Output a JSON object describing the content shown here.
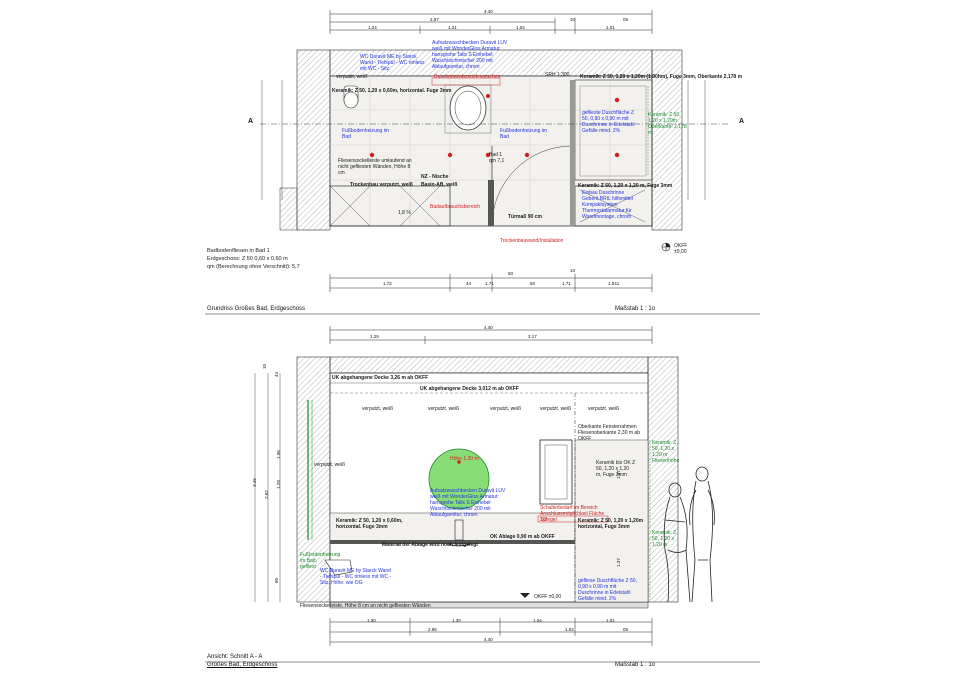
{
  "plan": {
    "top_dims": [
      "4.40",
      "2.97",
      "1.24",
      "1.21",
      "1.02",
      "1.01",
      "10",
      "05",
      "01"
    ],
    "section_marks": [
      "A",
      "A"
    ],
    "north_label": "OKFF\n±0,00",
    "area_note": [
      "Badbodenfliesen in Bad 1",
      "Erdgeschoss: Z 50 0,60 x 0,60 m",
      "qm (Berechnung ohne Verschnitt): 5,7"
    ],
    "caption": "Grundriss Großes Bad, Erdgeschoss",
    "scale": "Maßstab 1 : 1o",
    "bottom_dims": [
      "1.72",
      "44",
      "1.71",
      "50",
      "1.71",
      "1.041",
      "50",
      "10"
    ],
    "labels": {
      "wc": "WC Duravit ME by Starck Wand - Tiefspül - WC rimless mit WC - Sitz",
      "basin": "Aufsatzwaschbecken Duravit LUV weiß mit WonderGliss Armatur: hansgrohe Talis S Einhebel Waschtischmischer 200 mit Ablaufgarnitur, chrom",
      "red_note": "Duschrinnenbereich vorsehen",
      "wall1": "verputzt, weiß",
      "tile1": "Keramik: Z 50, 1,20 x 0,60m, horizontal. Fuge 3mm",
      "tile2": "Keramik: Z 50, 1,20 x 1,20m (1,90hm), Fuge 3mm, Oberkante 2,178 m",
      "floorheat1": "Fußbodenheizung im Bad",
      "floorheat2": "Fußbodenheizung im Bad",
      "shower": "geflieste Duschfläche Z 50, 0,90 x 0,90 m mit Duschrinne in Edelstahl Gefälle mind. 2%",
      "shower2": "Einbau Duschrinne Geberit BRIL hilfsmittel Kompaktsystem Thermostatarmatur für Wandmontage, chrom",
      "green1": "Keramik: Z 50, 1,20 x 1,20m Oberkante: 2,178 m",
      "bath": "Bad 1\nqm 7,1",
      "niche": "NZ - Nische",
      "basin_ab": "Basin-AB, weiß",
      "wall_dry": "Trockenbau verputzt, weiß",
      "door": "Türmaß 90 cm",
      "tile_bottom": "Keramik: Z 50, 1,20 x 1,20 m, Fuge 3mm",
      "skirt": "Fliesensockelleiste umlaufend an nicht gefliesten Wänden, Höhe 8 cm",
      "red_small": "Badaufbrauchsbereich",
      "red_small2": "Trockenbauwand/Installation",
      "id1": "SRH 1,300",
      "dim_small": "1,8 %"
    }
  },
  "section": {
    "top_dims": [
      "4.40",
      "1.29",
      "3.17"
    ],
    "left_dims": [
      "3.45",
      "2.82",
      "1.96",
      "1.28",
      "60",
      "44",
      "10"
    ],
    "right_dims": [
      "1.37",
      "1.37"
    ],
    "caption1": "Ansicht: Schnitt A - A",
    "caption2": "Großes Bad, Erdgeschoss",
    "scale": "Maßstab 1 : 1o",
    "bottom_dims": [
      "1.30",
      "1.30",
      "1.04",
      "1.01",
      "2.96",
      "1.02",
      "05",
      "4.40"
    ],
    "labels": {
      "uk1": "UK abgehangene Decke 3,26 m ab OKFF",
      "uk2": "UK abgehangene Decke 3,012 m ab OKFF",
      "v1": "verputzt, weiß",
      "v2": "verputzt, weiß",
      "v3": "verputzt, weiß",
      "v4": "verputzt, weiß",
      "v5": "verputzt, weiß",
      "v6": "verputzt, weiß",
      "window1": "Oberkante Fensterrahmen Fliesenoberkante 2,30 m ab OKFF",
      "mirror": "Höhe 1,20 m",
      "basin": "Aufsatzwaschbecken Duravit LUV weiß mit WonderGliss Armatur: hansgrohe Talis S Einhebel Waschtischmischer 200 mit Ablaufgarnitur, chrom",
      "tile_left": "Keramik: Z 50, 1,20 x 0,60m, horizontal. Fuge 3mm",
      "tile_right": "Keramik: Z 50, 1,20 x 1,20m horizontal, Fuge 3mm",
      "ok": "OK Ablage 0,90 m ab OKFF",
      "ablage": "Material der Ablage wird noch festgelegt",
      "wc": "WC Duravit ME by Starck Wand - Tiefspül - WC rimless mit WC - Sitz, Höhe: wie OG",
      "shower": "gefliese Duschfläche Z 50, 0,90 x 0,90 m mit Duschrinne in Edelstahl Gefälle mind. 2%",
      "okff": "OKFF ±0,00",
      "skirt": "Fliesensockelleiste, Höhe 8 cm an nicht gefliesten Wänden",
      "red1": "Schalterbedarf im Bereich Anschlussmöglichkeit Fläche 1/2",
      "red2": "Spiegel",
      "floorheat": "Fußbodenheizung im Bad, gefliest",
      "right_tile": "Keramik bis OK Z 50, 1,20 x 1,20 m, Fuge 3mm",
      "green1": "Keramik: Z 50, 1,20 x 1,20 m Fliesenhöhe",
      "green2": "Keramik: Z 50, 1,20 x 1,20 m"
    }
  }
}
